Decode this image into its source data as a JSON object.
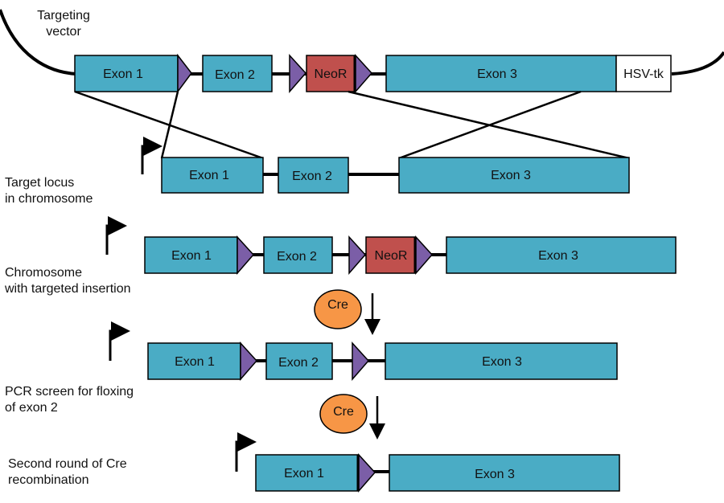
{
  "colors": {
    "exon": "#4aacc5",
    "loxp": "#7b5ea7",
    "neo": "#c0504d",
    "hsv": "#ffffff",
    "cre": "#f79646",
    "line": "#000000"
  },
  "labels": {
    "targeting_vector": [
      "Targeting",
      "vector"
    ],
    "target_locus": [
      "Target locus",
      "in chromosome"
    ],
    "chromosome_insertion": [
      "Chromosome",
      "with targeted insertion"
    ],
    "pcr_screen": [
      "PCR screen for floxing",
      "of exon 2"
    ],
    "second_round": [
      "Second round of Cre",
      "recombination"
    ]
  },
  "elements": {
    "exon1": "Exon 1",
    "exon2": "Exon 2",
    "exon3": "Exon 3",
    "neor": "NeoR",
    "hsvtk": "HSV-tk",
    "cre": "Cre"
  }
}
